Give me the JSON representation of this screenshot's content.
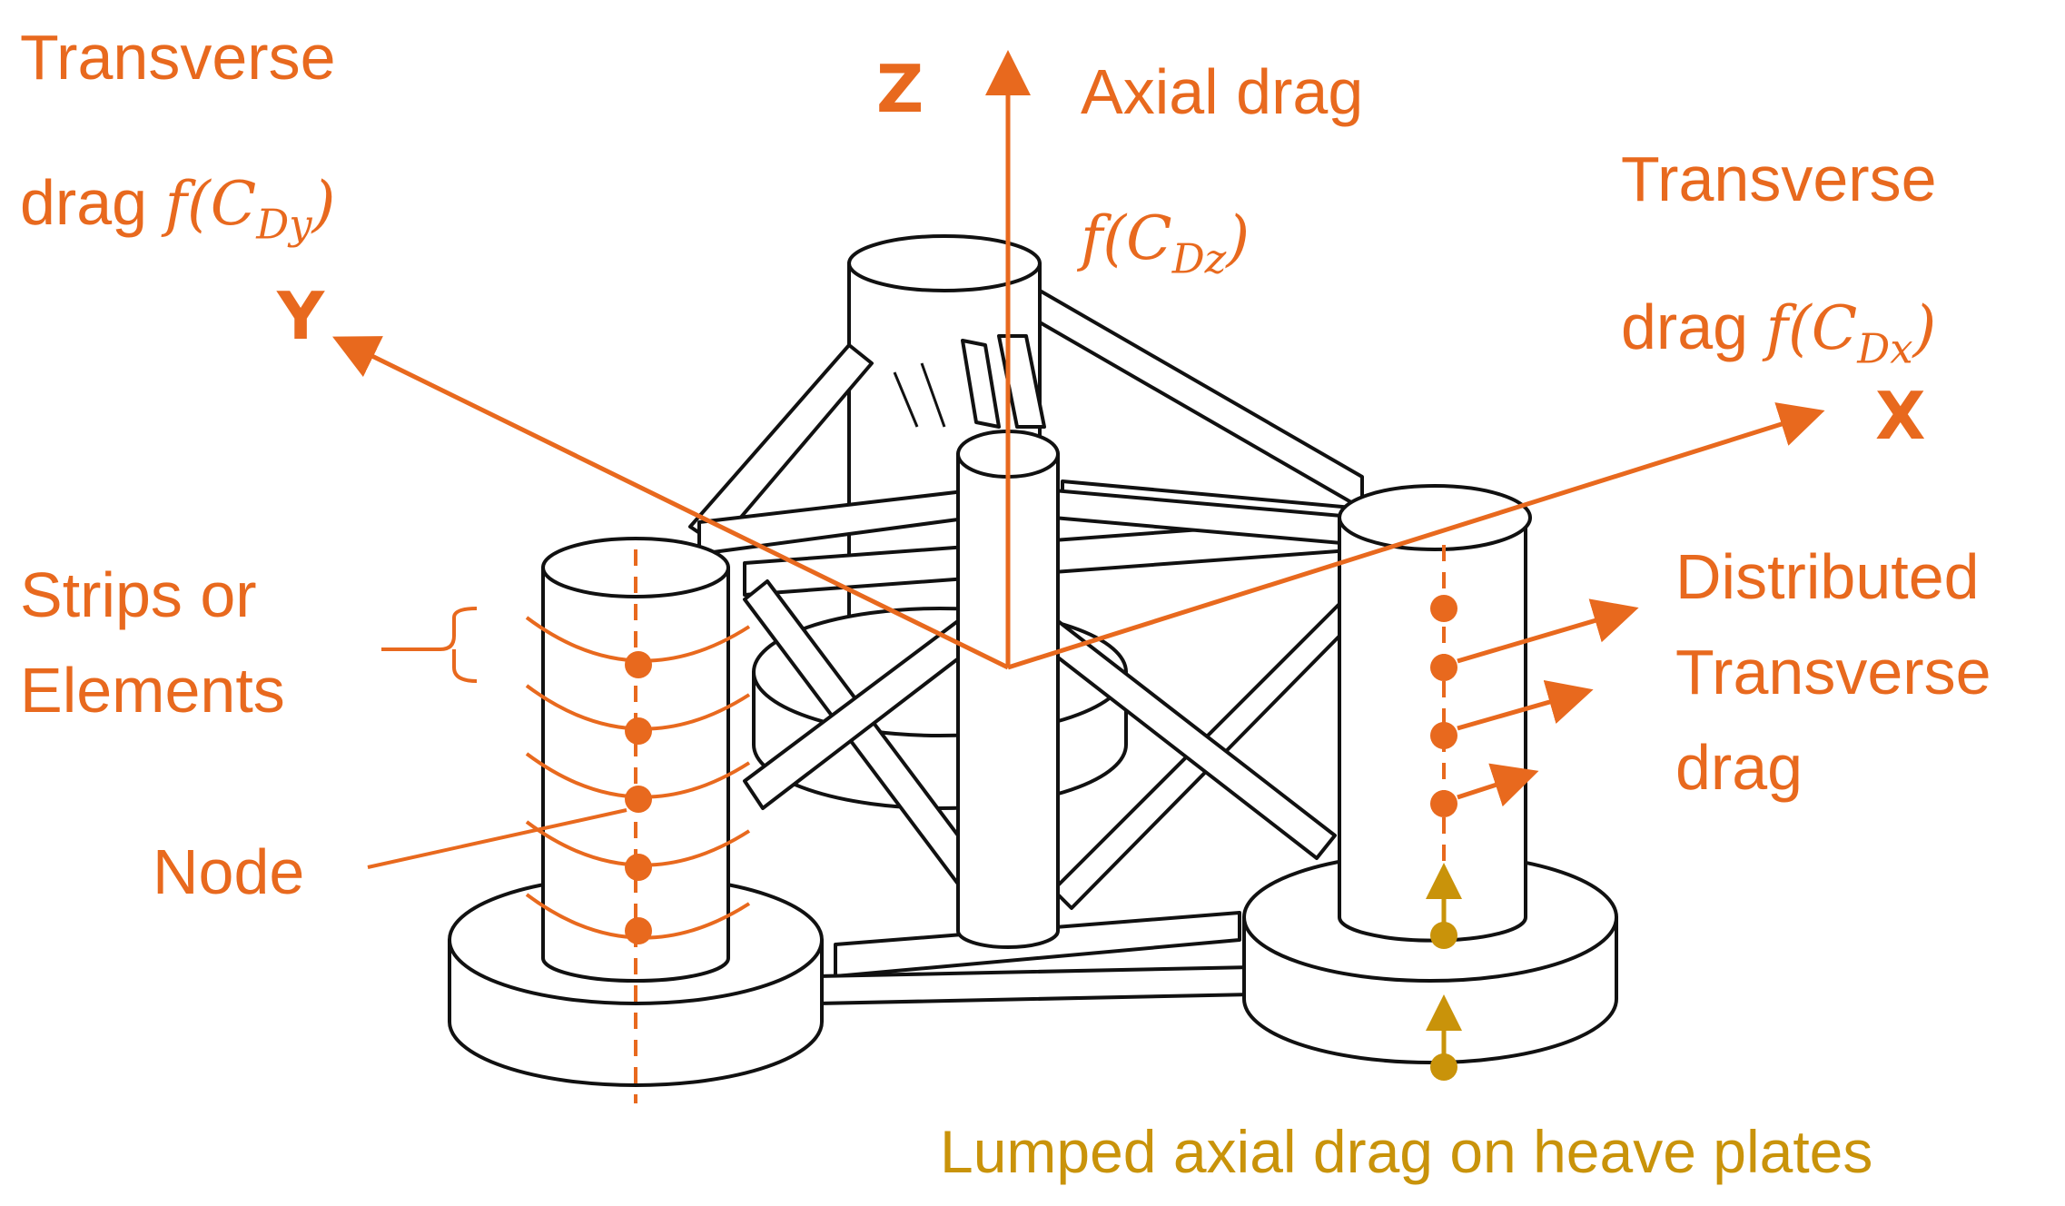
{
  "colors": {
    "orange": "#E8691E",
    "gold": "#C9930A",
    "structure": "#111111"
  },
  "axes": {
    "z": "Z",
    "y": "Y",
    "x": "X"
  },
  "labels": {
    "transverse_y_line1": "Transverse",
    "transverse_y_line2": "drag",
    "transverse_y_math_f": "f(C",
    "transverse_y_math_sub": "Dy",
    "transverse_y_math_close": ")",
    "axial_line1": "Axial drag",
    "axial_math_f": "f(C",
    "axial_math_sub": "Dz",
    "axial_math_close": ")",
    "transverse_x_line1": "Transverse",
    "transverse_x_line2": "drag",
    "transverse_x_math_f": "f(C",
    "transverse_x_math_sub": "Dx",
    "transverse_x_math_close": ")",
    "strips_line1": "Strips or",
    "strips_line2": "Elements",
    "node": "Node",
    "distributed_line1": "Distributed",
    "distributed_line2": "Transverse",
    "distributed_line3": "drag",
    "lumped": "Lumped axial drag on heave plates"
  }
}
